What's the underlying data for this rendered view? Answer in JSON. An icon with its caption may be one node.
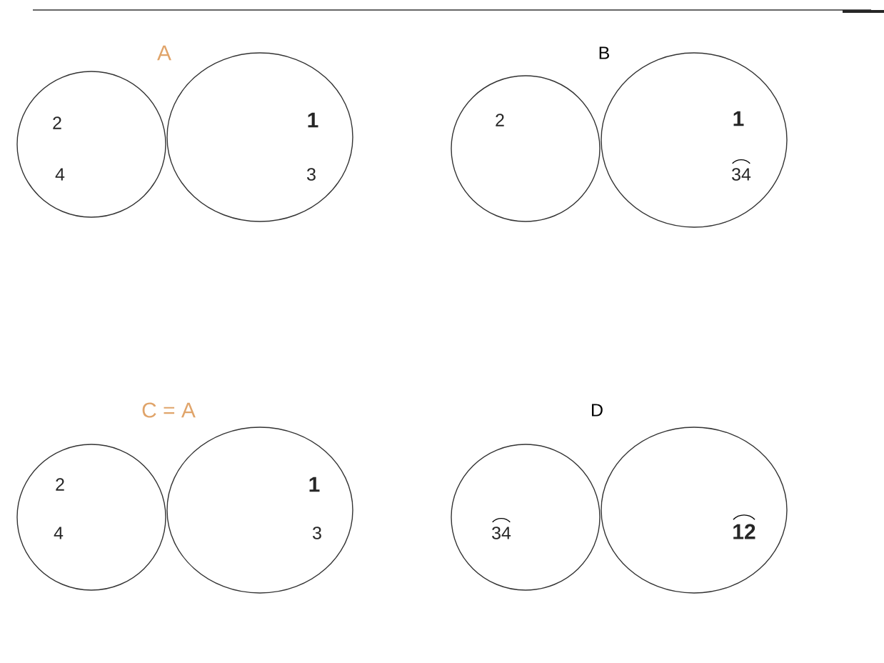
{
  "diagram": {
    "nodes": [
      {
        "text": [
          "2",
          "4"
        ]
      },
      {
        "text": [
          "1",
          "3"
        ]
      },
      {
        "text": [
          "2"
        ]
      },
      {
        "text": [
          "1",
          "34"
        ]
      },
      {
        "text": [
          "2",
          "4"
        ]
      },
      {
        "text": [
          "1",
          "3"
        ]
      },
      {
        "text": [
          "34"
        ]
      },
      {
        "text": [
          "12"
        ]
      }
    ],
    "labels": [
      "A",
      "B",
      "C = A",
      "D"
    ]
  }
}
